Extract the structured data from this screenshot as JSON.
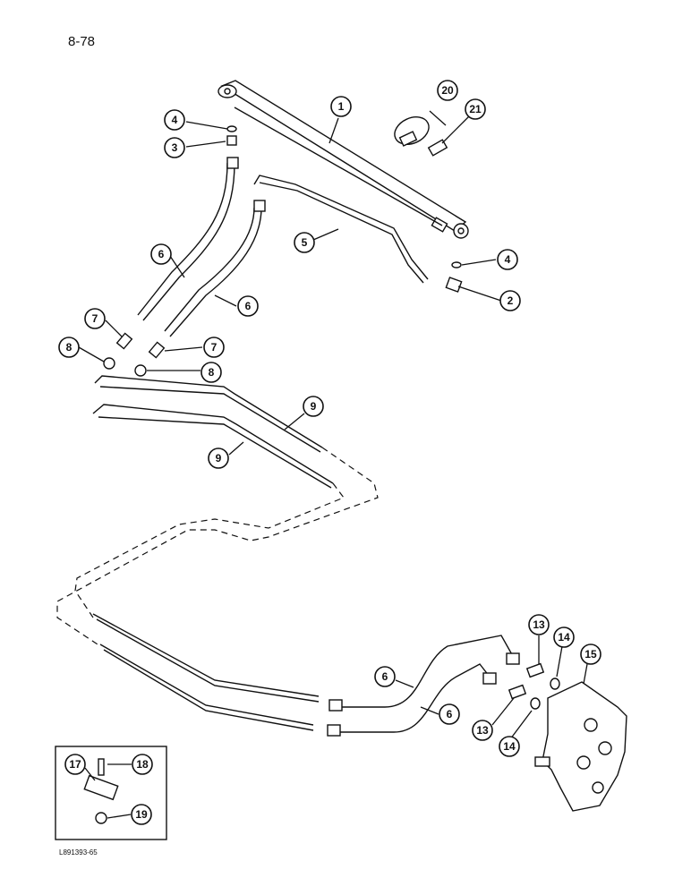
{
  "page_number": "8-78",
  "figure_code": "L891393-65",
  "callouts": [
    "1",
    "2",
    "3",
    "4",
    "4",
    "5",
    "6",
    "6",
    "6",
    "6",
    "7",
    "7",
    "8",
    "8",
    "9",
    "9",
    "13",
    "13",
    "14",
    "14",
    "15",
    "17",
    "18",
    "19",
    "20",
    "21"
  ]
}
